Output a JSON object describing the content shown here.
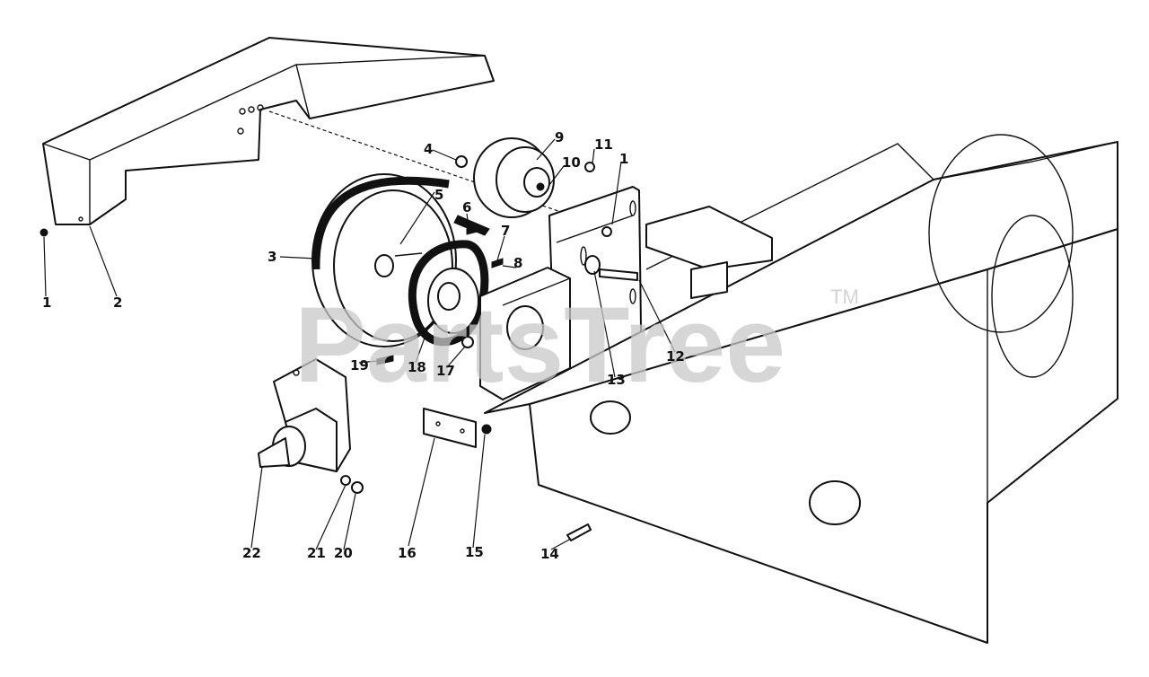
{
  "watermark": {
    "text": "PartsTree",
    "trademark": "TM"
  },
  "callouts": [
    {
      "id": "c1a",
      "text": "1"
    },
    {
      "id": "c2",
      "text": "2"
    },
    {
      "id": "c3",
      "text": "3"
    },
    {
      "id": "c4",
      "text": "4"
    },
    {
      "id": "c5",
      "text": "5"
    },
    {
      "id": "c6",
      "text": "6"
    },
    {
      "id": "c7",
      "text": "7"
    },
    {
      "id": "c8",
      "text": "8"
    },
    {
      "id": "c9",
      "text": "9"
    },
    {
      "id": "c10",
      "text": "10"
    },
    {
      "id": "c11",
      "text": "11"
    },
    {
      "id": "c1b",
      "text": "1"
    },
    {
      "id": "c12",
      "text": "12"
    },
    {
      "id": "c13",
      "text": "13"
    },
    {
      "id": "c14",
      "text": "14"
    },
    {
      "id": "c15",
      "text": "15"
    },
    {
      "id": "c16",
      "text": "16"
    },
    {
      "id": "c17",
      "text": "17"
    },
    {
      "id": "c18",
      "text": "18"
    },
    {
      "id": "c19",
      "text": "19"
    },
    {
      "id": "c20",
      "text": "20"
    },
    {
      "id": "c21",
      "text": "21"
    },
    {
      "id": "c22",
      "text": "22"
    }
  ]
}
